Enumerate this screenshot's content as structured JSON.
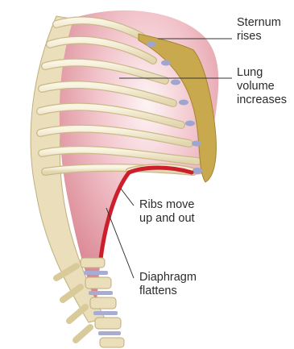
{
  "labels": {
    "sternum": [
      "Sternum",
      "rises"
    ],
    "lung": [
      "Lung",
      "volume",
      "increases"
    ],
    "ribs": [
      "Ribs move",
      "up and out"
    ],
    "diaphragm": [
      "Diaphragm",
      "flattens"
    ]
  },
  "colors": {
    "lung": "#e7a6b1",
    "lung_highlight": "#fbeef0",
    "bone": "#efe6c6",
    "bone_outline": "#c9b98a",
    "cartilage": "#a8acd0",
    "sternum": "#c9a94e",
    "diaphragm": "#cc1f2b",
    "leader_line": "#333333"
  }
}
